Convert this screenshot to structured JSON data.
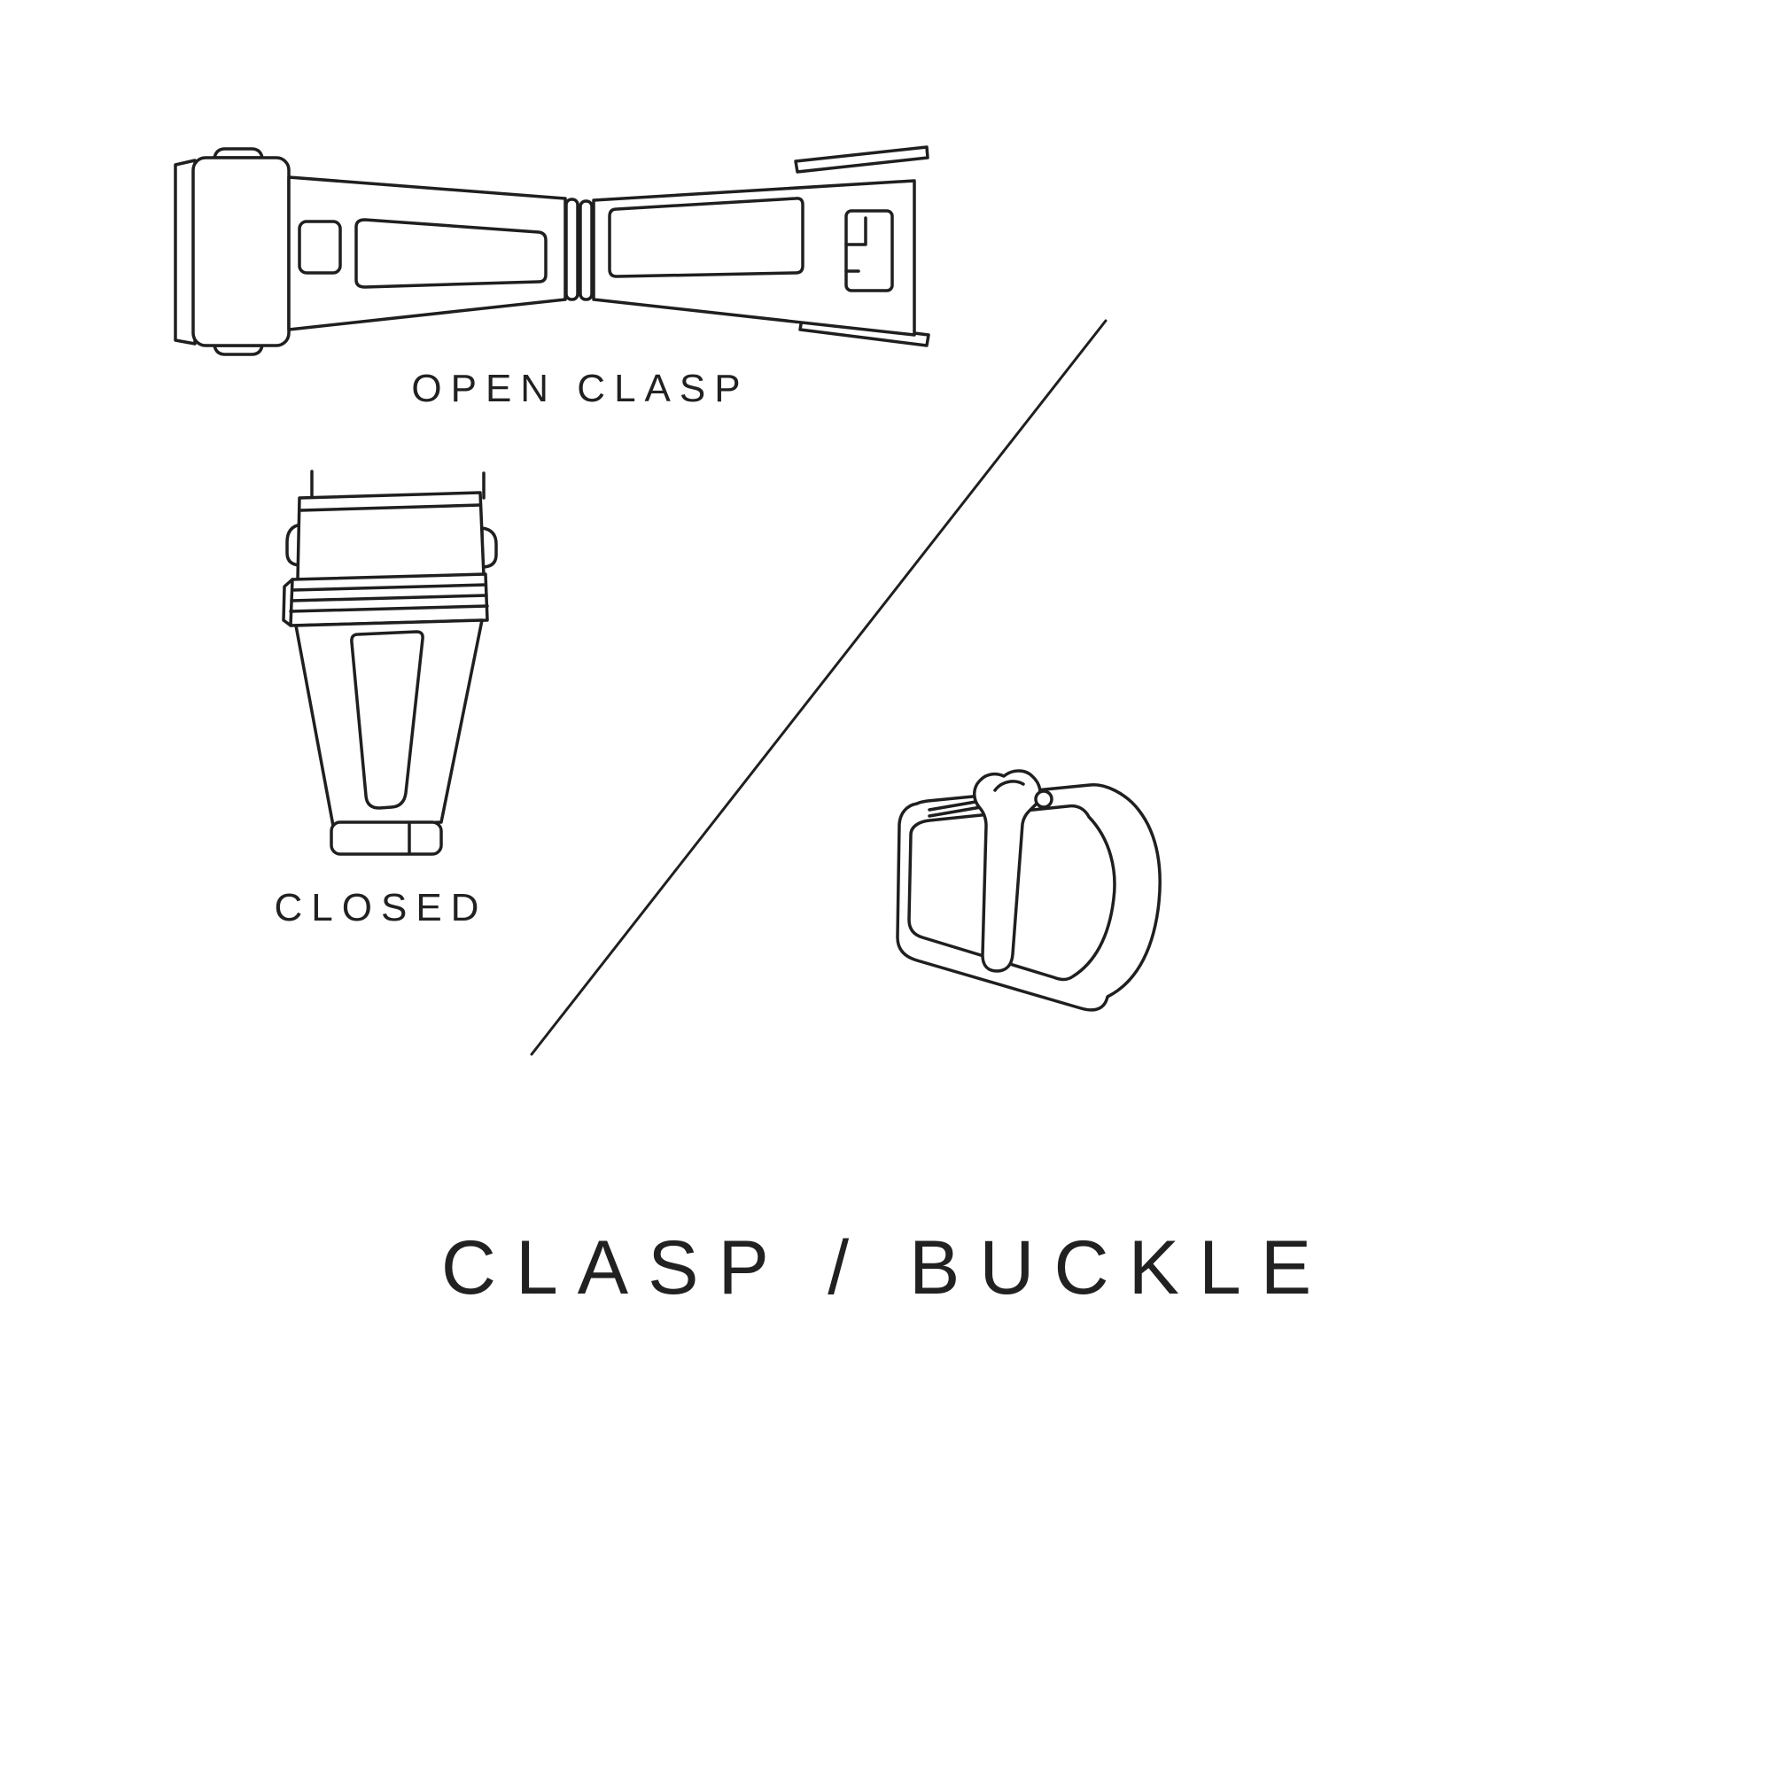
{
  "page": {
    "background_color": "#ffffff",
    "ink_color": "#1f1f1f",
    "title": "CLASP / BUCKLE"
  },
  "labels": {
    "open_clasp": "OPEN CLASP",
    "closed": "CLOSED"
  },
  "illustrations": [
    "open-clasp-illustration",
    "closed-clasp-illustration",
    "buckle-illustration",
    "diagonal-divider-line"
  ]
}
